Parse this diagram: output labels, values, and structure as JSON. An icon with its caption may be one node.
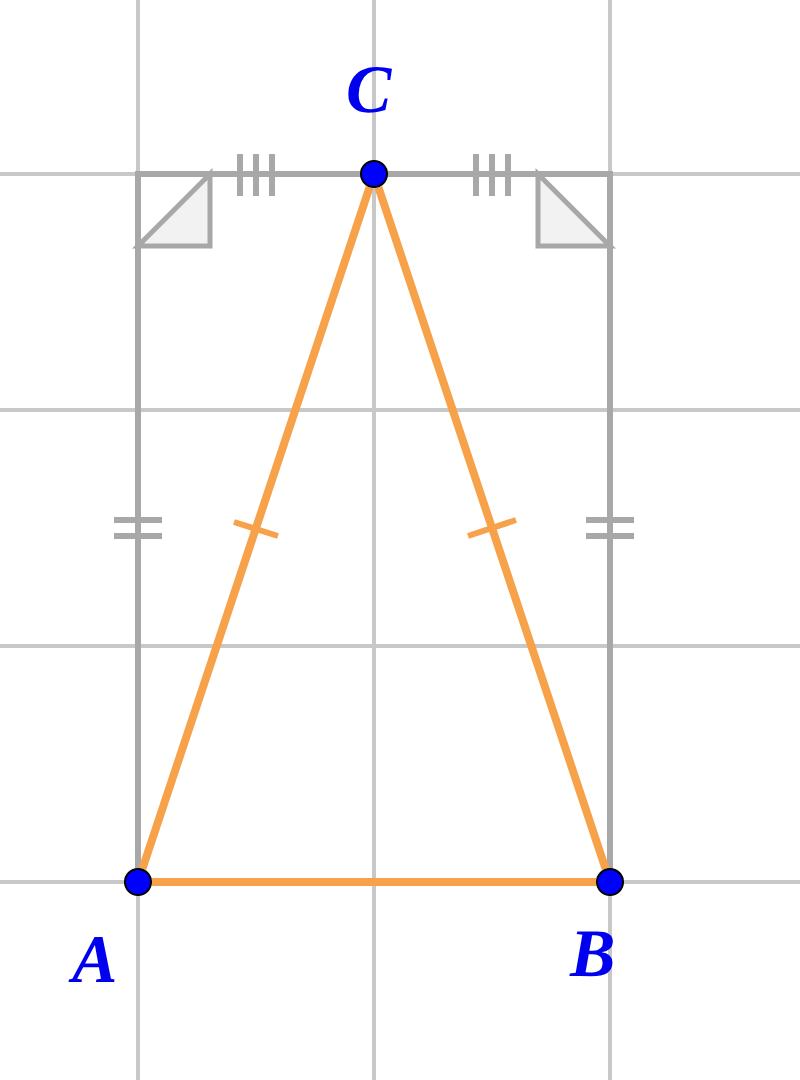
{
  "diagram": {
    "nodes": [
      {
        "text": [
          "C"
        ]
      },
      {
        "text": [
          "A"
        ]
      },
      {
        "text": [
          "B"
        ]
      }
    ],
    "edges": [
      {
        "from": 1,
        "to": 2,
        "arrow": "none"
      },
      {
        "from": 1,
        "to": 0,
        "arrow": "none"
      },
      {
        "from": 0,
        "to": 2,
        "arrow": "none"
      }
    ]
  }
}
